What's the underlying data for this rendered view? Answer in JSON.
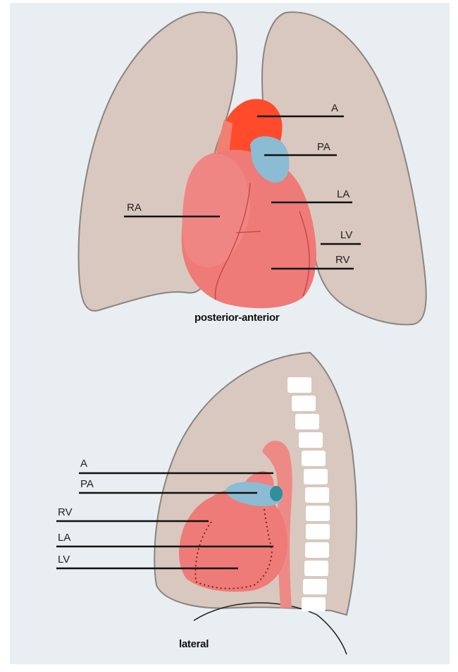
{
  "colors": {
    "background": "#e8eef2",
    "lung_fill": "#d9c8bf",
    "lung_stroke": "#8a8480",
    "heart": "#ee7b78",
    "heart_dark": "#e0605d",
    "aorta": "#ff4b2b",
    "pulmonary_artery": "#8bbcd3",
    "vertebra": "#ffffff"
  },
  "views": {
    "pa": {
      "caption": "posterior-anterior",
      "labels": {
        "a": "A",
        "pa": "PA",
        "la": "LA",
        "lv": "LV",
        "rv": "RV",
        "ra": "RA"
      }
    },
    "lateral": {
      "caption": "lateral",
      "labels": {
        "a": "A",
        "pa": "PA",
        "rv": "RV",
        "la": "LA",
        "lv": "LV"
      }
    }
  }
}
